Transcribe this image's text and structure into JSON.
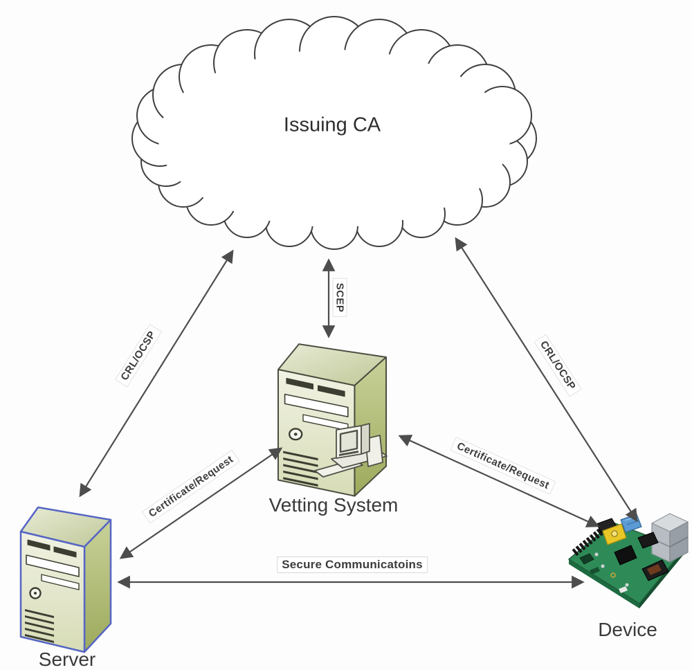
{
  "diagram": {
    "nodes": {
      "cloud": {
        "label": "Issuing CA"
      },
      "vetting": {
        "label": "Vetting System"
      },
      "server": {
        "label": "Server"
      },
      "device": {
        "label": "Device"
      }
    },
    "edges": {
      "scep": {
        "label": "SCEP"
      },
      "crl_left": {
        "label": "CRL/OCSP"
      },
      "crl_right": {
        "label": "CRL/OCSP"
      },
      "certreq_left": {
        "label": "Certificate/Request"
      },
      "certreq_right": {
        "label": "Certificate/Request"
      },
      "secure": {
        "label": "Secure Communicatoins"
      }
    },
    "colors": {
      "arrow": "#4d4d4d",
      "text": "#3a3a3a",
      "server_outline": "#5565c4",
      "vetting_outline": "#4b4d41",
      "tower_front": "#eff0e0",
      "tower_side": "#aab465",
      "tower_top": "#d9ddc0",
      "pcb_green": "#2e8b57",
      "rca_yellow": "#e9c728",
      "jack_blue": "#5b9bd5",
      "usb_gray": "#b7bdc2"
    }
  }
}
